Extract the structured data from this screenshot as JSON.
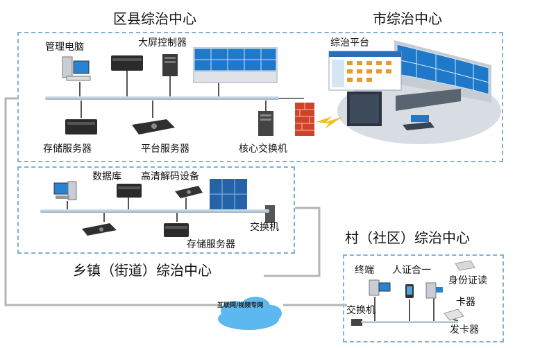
{
  "titles": {
    "county": "区县综治中心",
    "city": "市综治中心",
    "township": "乡镇（街道）综治中心",
    "village": "村（社区）综治中心"
  },
  "county": {
    "mgmt_pc": "管理电脑",
    "screen_ctrl": "大屏控制器",
    "storage": "存储服务器",
    "platform_server": "平台服务器",
    "core_switch": "核心交换机"
  },
  "city": {
    "platform": "综治平台"
  },
  "township": {
    "database": "数据库",
    "decoder": "高清解码设备",
    "switch": "交换机",
    "storage": "存储服务器"
  },
  "village": {
    "terminal": "终端",
    "id_device_a": "人证合一",
    "id_reader_a": "身份证读",
    "id_reader_b": "卡器",
    "switch": "交换机",
    "card_issuer": "发卡器"
  },
  "network": {
    "cloud_label": "互联网/视频专网"
  },
  "colors": {
    "dashed_border": "#7fb0d8",
    "connector": "#b0b0b0",
    "cloud": "#5cb8ee",
    "screen": "#1f78c8",
    "firewall": "#d0432b"
  }
}
